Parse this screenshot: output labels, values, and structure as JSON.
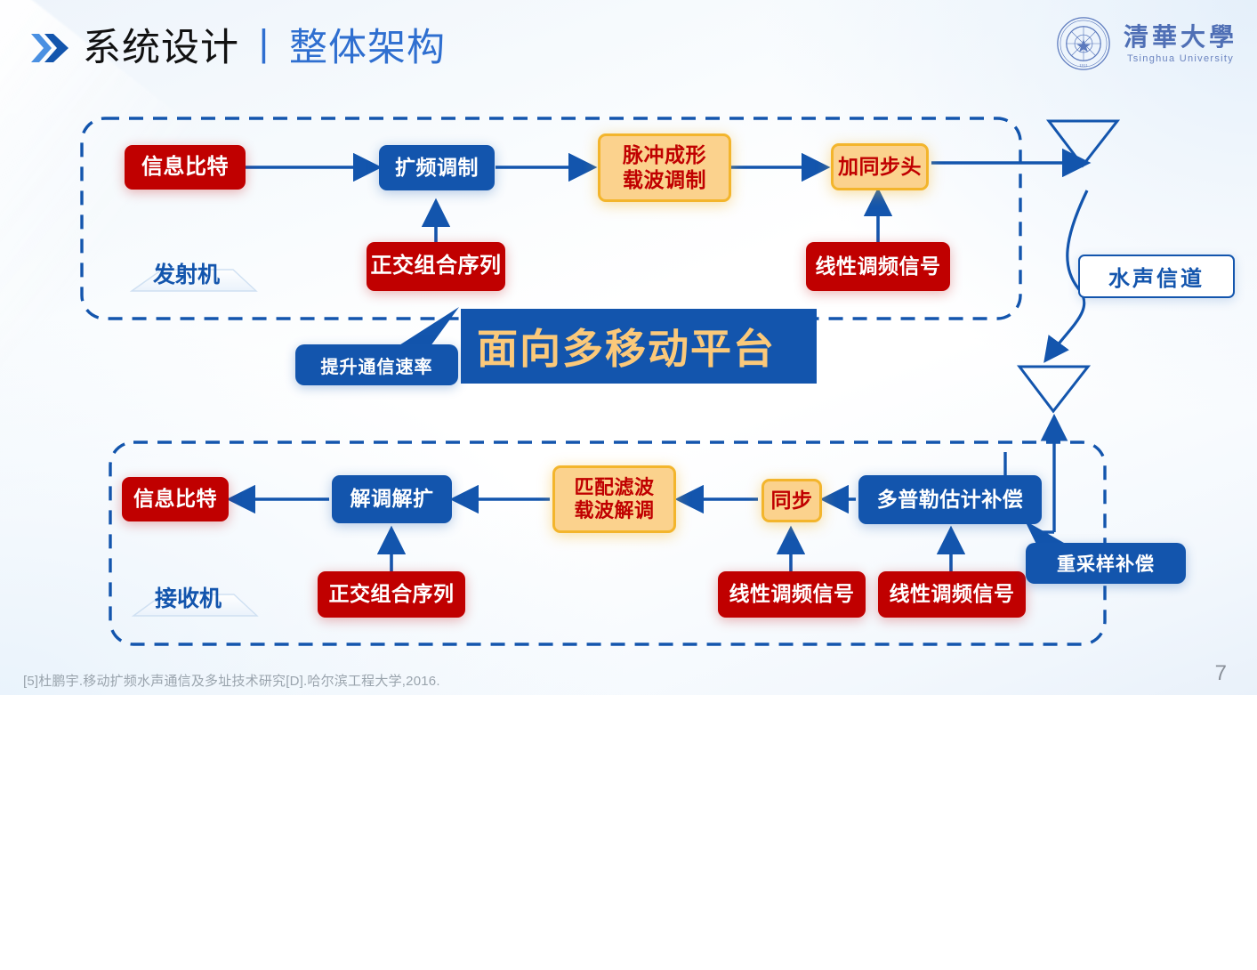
{
  "header": {
    "title_main": "系统设计",
    "title_sep": "丨",
    "title_accent": "整体架构",
    "chevron_icon": "double-chevron-right-icon",
    "logo": {
      "seal_icon": "tsinghua-seal-icon",
      "name_cn": "清華大學",
      "name_en": "Tsinghua University"
    }
  },
  "transmitter": {
    "label": "发射机",
    "nodes": [
      {
        "id": "info-bits-tx",
        "label": "信息比特",
        "style": "red"
      },
      {
        "id": "spread-modulate",
        "label": "扩频调制",
        "style": "blue"
      },
      {
        "id": "pulse-shape-carrier",
        "label": "脉冲成形\n载波调制",
        "style": "orange"
      },
      {
        "id": "add-sync-header",
        "label": "加同步头",
        "style": "orange"
      },
      {
        "id": "ortho-seq-tx",
        "label": "正交组合序列",
        "style": "red"
      },
      {
        "id": "chirp-signal-tx",
        "label": "线性调频信号",
        "style": "red"
      }
    ]
  },
  "receiver": {
    "label": "接收机",
    "nodes": [
      {
        "id": "info-bits-rx",
        "label": "信息比特",
        "style": "red"
      },
      {
        "id": "demod-despread",
        "label": "解调解扩",
        "style": "blue"
      },
      {
        "id": "matched-filter-demod",
        "label": "匹配滤波\n载波解调",
        "style": "orange"
      },
      {
        "id": "sync",
        "label": "同步",
        "style": "orange"
      },
      {
        "id": "doppler-estimate",
        "label": "多普勒估计补偿",
        "style": "blue"
      },
      {
        "id": "ortho-seq-rx",
        "label": "正交组合序列",
        "style": "red"
      },
      {
        "id": "chirp-signal-rx-1",
        "label": "线性调频信号",
        "style": "red"
      },
      {
        "id": "chirp-signal-rx-2",
        "label": "线性调频信号",
        "style": "red"
      }
    ]
  },
  "channel": {
    "label": "水声信道",
    "tx_antenna_icon": "antenna-triangle-icon",
    "rx_antenna_icon": "antenna-triangle-icon"
  },
  "callouts": [
    {
      "id": "rate-callout",
      "label": "提升通信速率"
    },
    {
      "id": "resample-callout",
      "label": "重采样补偿"
    }
  ],
  "banner": {
    "text": "面向多移动平台",
    "bg_color": "#1355AD",
    "text_color": "#FBC97A"
  },
  "footer": {
    "reference": "[5]杜鹏宇.移动扩频水声通信及多址技术研究[D].哈尔滨工程大学,2016.",
    "page_number": "7"
  },
  "colors": {
    "red": "#C00000",
    "blue": "#1355AD",
    "orange_fill": "#FBD28D",
    "orange_border": "#F3B52C",
    "orange_text": "#C00000",
    "dash_border": "#1355AD"
  }
}
